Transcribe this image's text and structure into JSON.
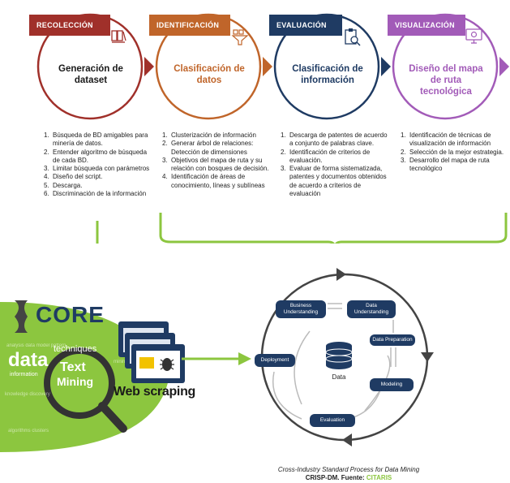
{
  "colors": {
    "recoleccion": "#a0302a",
    "identificacion": "#c0652a",
    "evaluacion": "#1f3b63",
    "visualizacion": "#a25bb8",
    "green": "#8cc63f",
    "node": "#1f3b63"
  },
  "phases": [
    {
      "tag": "RECOLECCIÓN",
      "icon": "books-icon",
      "title": [
        "Generación de",
        "dataset"
      ],
      "steps": [
        "Búsqueda de BD amigables para minería de datos.",
        "Entender algoritmo de búsqueda de cada BD.",
        "Limitar búsqueda con parámetros",
        "Diseño del script.",
        "Descarga.",
        "Discriminación de la información"
      ]
    },
    {
      "tag": "IDENTIFICACIÓN",
      "icon": "filter-icon",
      "title": [
        "Clasificación de",
        "datos"
      ],
      "steps": [
        "Clusterización de información",
        "Generar árbol de relaciones: Detección de dimensiones",
        "Objetivos del mapa de ruta y su relación con bosques de decisión.",
        "Identificación de áreas de conocimiento, líneas y sublíneas"
      ]
    },
    {
      "tag": "EVALUACIÓN",
      "icon": "clipboard-search-icon",
      "title": [
        "Clasificación de",
        "información"
      ],
      "steps": [
        "Descarga de patentes de acuerdo a conjunto de palabras clave.",
        "Identificación de criterios de evaluación.",
        "Evaluar de forma sistematizada, patentes y documentos obtenidos de acuerdo a criterios de evaluación"
      ]
    },
    {
      "tag": "VISUALIZACIÓN",
      "icon": "monitor-icon",
      "title": [
        "Diseño del mapa",
        "de ruta",
        "tecnológica"
      ],
      "steps": [
        "Identificación de técnicas de visualización de información",
        "Selección de la mejor estrategia.",
        "Desarrollo del mapa de ruta tecnológico"
      ]
    }
  ],
  "core": {
    "logo": "CORE",
    "words": [
      "techniques",
      "data",
      "information",
      "Text",
      "Mining"
    ],
    "scraping_label": "Web scraping",
    "scraping_icon": "bug-icon"
  },
  "crisp": {
    "center": "Data",
    "nodes": {
      "business": "Business Understanding",
      "data_und": "Data Understanding",
      "prep": "Data Preparation",
      "modeling": "Modeling",
      "evaluation": "Evaluation",
      "deployment": "Deployment"
    },
    "caption_line1": "Cross-Industry Standard Process for Data Mining",
    "caption_line2": "CRISP-DM. Fuente:",
    "caption_source": "CITARIS"
  }
}
